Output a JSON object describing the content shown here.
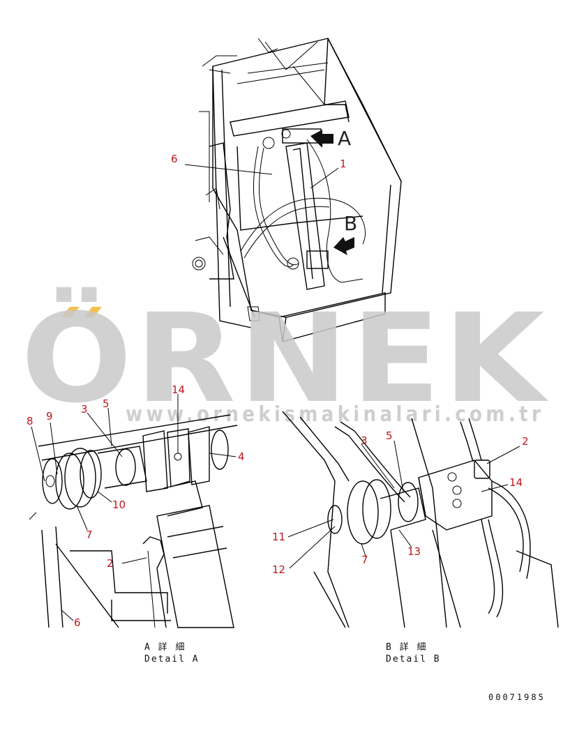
{
  "watermark": {
    "brand": "ÖRNEK",
    "url": "www.ornekismakinalari.com.tr",
    "accent_color": "#f2c14e",
    "text_color": "#c9c9c9"
  },
  "overview": {
    "view_a_label": "A",
    "view_b_label": "B",
    "callouts": {
      "c6": "6",
      "c1": "1"
    }
  },
  "detail_a": {
    "caption_jp": "A 詳 細",
    "caption_en": "Detail A",
    "callouts": {
      "c8": "8",
      "c9": "9",
      "c3": "3",
      "c5": "5",
      "c14": "14",
      "c4": "4",
      "c10": "10",
      "c7": "7",
      "c2": "2",
      "c6": "6"
    }
  },
  "detail_b": {
    "caption_jp": "B 詳 細",
    "caption_en": "Detail B",
    "callouts": {
      "c3": "3",
      "c5": "5",
      "c2": "2",
      "c14": "14",
      "c11": "11",
      "c12": "12",
      "c7": "7",
      "c13": "13"
    }
  },
  "document_number": "00071985",
  "colors": {
    "callout": "#c0141c",
    "line": "#000000"
  }
}
